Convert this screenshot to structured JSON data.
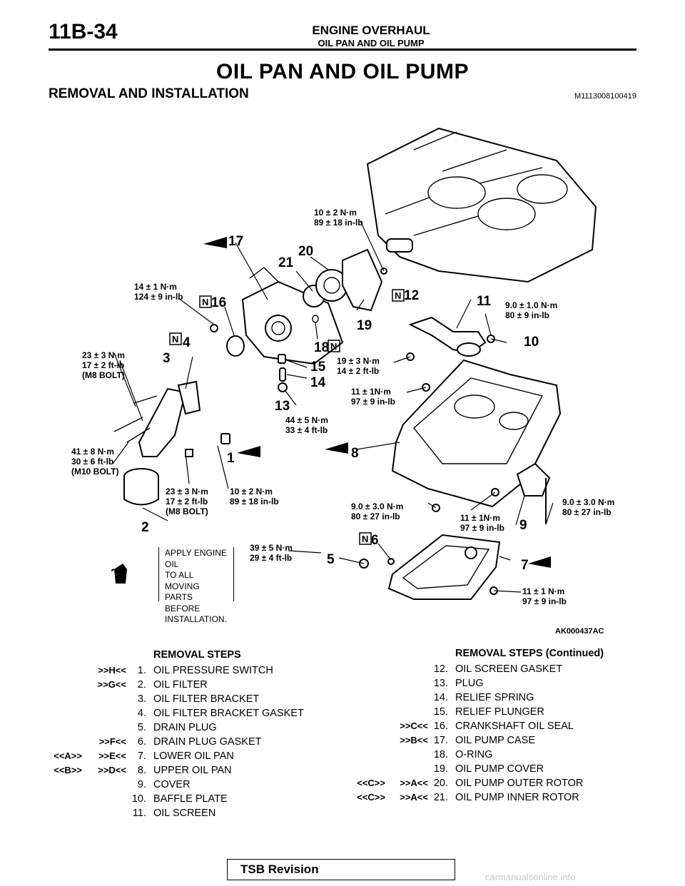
{
  "header": {
    "page_number": "11B-34",
    "section": "ENGINE OVERHAUL",
    "subsection": "OIL PAN AND OIL PUMP"
  },
  "title": "OIL PAN AND OIL PUMP",
  "section_title": "REMOVAL AND INSTALLATION",
  "document_code": "M1113008100419",
  "figure": {
    "id": "AK000437AC",
    "oil_note": [
      "APPLY ENGINE OIL",
      "TO ALL MOVING",
      "PARTS BEFORE",
      "INSTALLATION."
    ],
    "torques": {
      "t1": [
        "10 ± 2 N·m",
        "89 ± 18 in-lb"
      ],
      "t2": [
        "14 ± 1 N·m",
        "124 ± 9 in-lb"
      ],
      "t3": [
        "9.0 ± 1.0 N·m",
        "80 ± 9 in-lb"
      ],
      "t4": [
        "23 ± 3 N·m",
        "17 ± 2 ft-lb",
        "(M8 BOLT)"
      ],
      "t5": [
        "19 ± 3 N·m",
        "14 ± 2 ft-lb"
      ],
      "t6": [
        "11 ± 1N·m",
        "97 ± 9 in-lb"
      ],
      "t7": [
        "44 ± 5 N·m",
        "33 ± 4 ft-lb"
      ],
      "t8": [
        "41 ± 8 N·m",
        "30 ± 6 ft-lb",
        "(M10 BOLT)"
      ],
      "t9": [
        "23 ± 3 N·m",
        "17 ± 2 ft-lb",
        "(M8 BOLT)"
      ],
      "t10": [
        "10 ± 2 N·m",
        "89 ± 18 in-lb"
      ],
      "t11": [
        "9.0 ± 3.0 N·m",
        "80 ± 27 in-lb"
      ],
      "t12": [
        "11 ± 1N·m",
        "97 ± 9 in-lb"
      ],
      "t13": [
        "9.0 ± 3.0 N·m",
        "80 ± 27 in-lb"
      ],
      "t14": [
        "39 ± 5 N·m",
        "29 ± 4 ft-lb"
      ],
      "t15": [
        "11 ± 1 N·m",
        "97 ± 9 in-lb"
      ]
    },
    "callouts": {
      "c1": "1",
      "c2": "2",
      "c3": "3",
      "c4": "4",
      "c5": "5",
      "c6": "6",
      "c7": "7",
      "c8": "8",
      "c9": "9",
      "c10": "10",
      "c11": "11",
      "c12": "12",
      "c13": "13",
      "c14": "14",
      "c15": "15",
      "c16": "16",
      "c17": "17",
      "c18": "18",
      "c19": "19",
      "c20": "20",
      "c21": "21",
      "n_mark": "N"
    }
  },
  "removal_steps": {
    "heading": "REMOVAL STEPS",
    "items": [
      {
        "ref1": "",
        "ref2": ">>H<<",
        "num": "1.",
        "text": "OIL PRESSURE SWITCH"
      },
      {
        "ref1": "",
        "ref2": ">>G<<",
        "num": "2.",
        "text": "OIL FILTER"
      },
      {
        "ref1": "",
        "ref2": "",
        "num": "3.",
        "text": "OIL FILTER BRACKET"
      },
      {
        "ref1": "",
        "ref2": "",
        "num": "4.",
        "text": "OIL FILTER BRACKET GASKET"
      },
      {
        "ref1": "",
        "ref2": "",
        "num": "5.",
        "text": "DRAIN PLUG"
      },
      {
        "ref1": "",
        "ref2": ">>F<<",
        "num": "6.",
        "text": "DRAIN PLUG GASKET"
      },
      {
        "ref1": "<<A>>",
        "ref2": ">>E<<",
        "num": "7.",
        "text": "LOWER OIL PAN"
      },
      {
        "ref1": "<<B>>",
        "ref2": ">>D<<",
        "num": "8.",
        "text": "UPPER OIL PAN"
      },
      {
        "ref1": "",
        "ref2": "",
        "num": "9.",
        "text": "COVER"
      },
      {
        "ref1": "",
        "ref2": "",
        "num": "10.",
        "text": "BAFFLE PLATE"
      },
      {
        "ref1": "",
        "ref2": "",
        "num": "11.",
        "text": "OIL SCREEN"
      }
    ]
  },
  "removal_steps_continued": {
    "heading": "REMOVAL STEPS (Continued)",
    "items": [
      {
        "ref1": "",
        "ref2": "",
        "num": "12.",
        "text": "OIL SCREEN GASKET"
      },
      {
        "ref1": "",
        "ref2": "",
        "num": "13.",
        "text": "PLUG"
      },
      {
        "ref1": "",
        "ref2": "",
        "num": "14.",
        "text": "RELIEF SPRING"
      },
      {
        "ref1": "",
        "ref2": "",
        "num": "15.",
        "text": "RELIEF PLUNGER"
      },
      {
        "ref1": "",
        "ref2": ">>C<<",
        "num": "16.",
        "text": "CRANKSHAFT OIL SEAL"
      },
      {
        "ref1": "",
        "ref2": ">>B<<",
        "num": "17.",
        "text": "OIL PUMP CASE"
      },
      {
        "ref1": "",
        "ref2": "",
        "num": "18.",
        "text": "O-RING"
      },
      {
        "ref1": "",
        "ref2": "",
        "num": "19.",
        "text": "OIL PUMP COVER"
      },
      {
        "ref1": "<<C>>",
        "ref2": ">>A<<",
        "num": "20.",
        "text": "OIL PUMP OUTER ROTOR"
      },
      {
        "ref1": "<<C>>",
        "ref2": ">>A<<",
        "num": "21.",
        "text": "OIL PUMP INNER ROTOR"
      }
    ]
  },
  "footer": {
    "tsb_label": "TSB Revision",
    "watermark": "carmanualsonline.info"
  }
}
